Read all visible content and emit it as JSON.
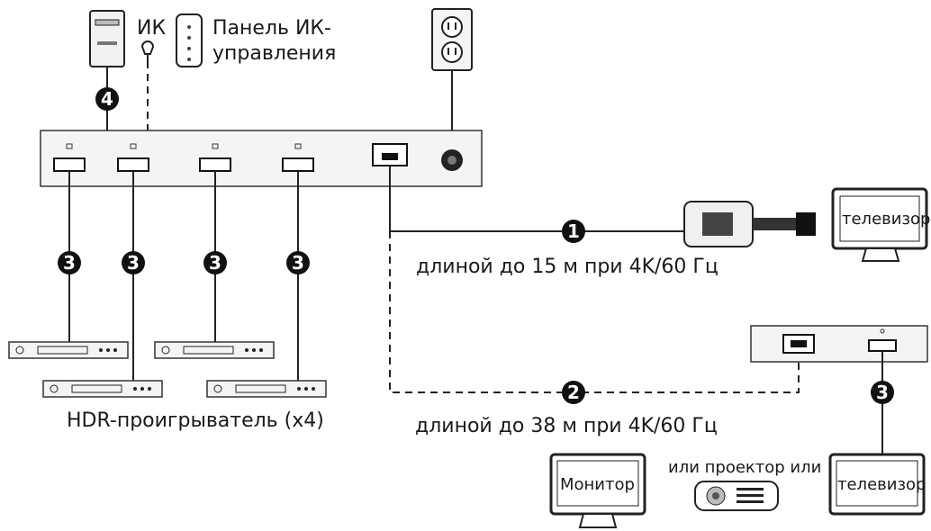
{
  "labels": {
    "ir": "ИК",
    "ir_panel": "Панель ИК-\nуправления",
    "players": "HDR-проигрыватель (x4)",
    "len1": "длиной до 15 м при 4K/60 Гц",
    "len2": "длиной до 38 м при 4K/60 Гц",
    "tv1": "телевизор",
    "tv2": "телевизор",
    "monitor": "Монитор",
    "or_projector": "или проектор или"
  },
  "badges": {
    "b1": "1",
    "b2": "2",
    "b3": "3",
    "b4": "4"
  }
}
